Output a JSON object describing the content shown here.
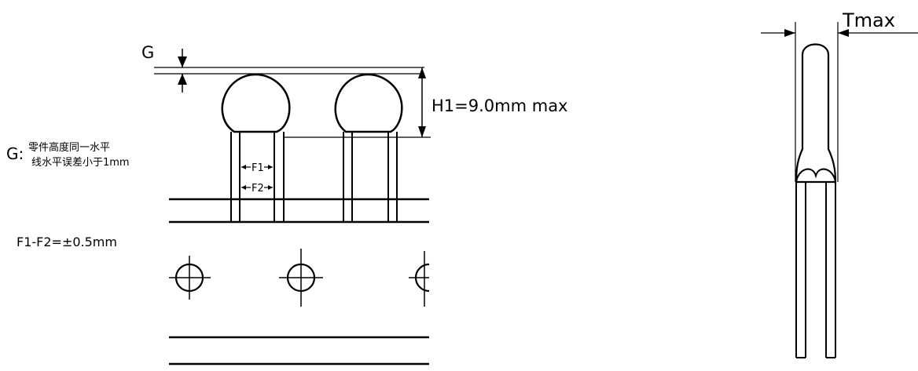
{
  "labels": {
    "g_marker": "G",
    "h1_spec": "H1=9.0mm max",
    "g_note_prefix": "G:",
    "g_note_line1": "零件高度同一水平",
    "g_note_line2": "线水平误差小于1mm",
    "f1": "F1",
    "f2": "F2",
    "f_tolerance": "F1-F2=±0.5mm",
    "tmax": "Tmax"
  }
}
